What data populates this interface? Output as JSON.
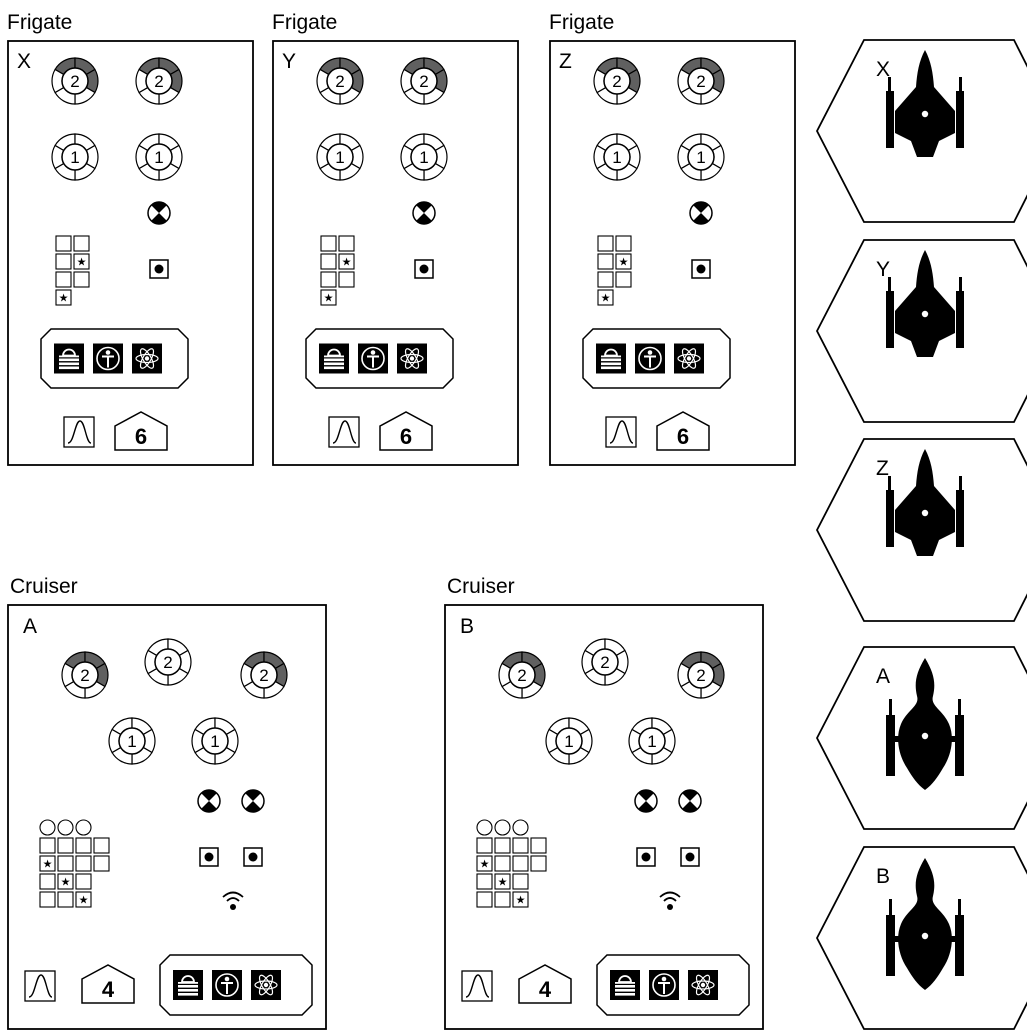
{
  "colors": {
    "ink": "#000000",
    "paper": "#ffffff",
    "armor": "#606060"
  },
  "ships": [
    {
      "type": "Frigate",
      "id": "X",
      "weapons_row1": [
        {
          "value": "2",
          "armored": true
        },
        {
          "value": "2",
          "armored": true
        }
      ],
      "weapons_row2": [
        {
          "value": "1"
        },
        {
          "value": "1"
        }
      ],
      "targeting_count": 1,
      "point_defense_count": 1,
      "sensor": false,
      "movement": "6",
      "crew_icons": [
        "officer-icon",
        "person-icon",
        "atom-icon"
      ]
    },
    {
      "type": "Frigate",
      "id": "Y",
      "weapons_row1": [
        {
          "value": "2",
          "armored": true
        },
        {
          "value": "2",
          "armored": true
        }
      ],
      "weapons_row2": [
        {
          "value": "1"
        },
        {
          "value": "1"
        }
      ],
      "targeting_count": 1,
      "point_defense_count": 1,
      "sensor": false,
      "movement": "6",
      "crew_icons": [
        "officer-icon",
        "person-icon",
        "atom-icon"
      ]
    },
    {
      "type": "Frigate",
      "id": "Z",
      "weapons_row1": [
        {
          "value": "2",
          "armored": true
        },
        {
          "value": "2",
          "armored": true
        }
      ],
      "weapons_row2": [
        {
          "value": "1"
        },
        {
          "value": "1"
        }
      ],
      "targeting_count": 1,
      "point_defense_count": 1,
      "sensor": false,
      "movement": "6",
      "crew_icons": [
        "officer-icon",
        "person-icon",
        "atom-icon"
      ]
    },
    {
      "type": "Cruiser",
      "id": "A",
      "weapons_row1": [
        {
          "value": "2",
          "armored": true
        },
        {
          "value": "2",
          "armored": false
        },
        {
          "value": "2",
          "armored": true
        }
      ],
      "weapons_row2": [
        {
          "value": "1"
        },
        {
          "value": "1"
        }
      ],
      "targeting_count": 2,
      "point_defense_count": 2,
      "sensor": true,
      "movement": "4",
      "crew_icons": [
        "officer-icon",
        "person-icon",
        "atom-icon"
      ]
    },
    {
      "type": "Cruiser",
      "id": "B",
      "weapons_row1": [
        {
          "value": "2",
          "armored": true
        },
        {
          "value": "2",
          "armored": false
        },
        {
          "value": "2",
          "armored": true
        }
      ],
      "weapons_row2": [
        {
          "value": "1"
        },
        {
          "value": "1"
        }
      ],
      "targeting_count": 2,
      "point_defense_count": 2,
      "sensor": true,
      "movement": "4",
      "crew_icons": [
        "officer-icon",
        "person-icon",
        "atom-icon"
      ]
    }
  ],
  "counters": [
    {
      "id": "X",
      "hull": "frigate"
    },
    {
      "id": "Y",
      "hull": "frigate"
    },
    {
      "id": "Z",
      "hull": "frigate"
    },
    {
      "id": "A",
      "hull": "cruiser"
    },
    {
      "id": "B",
      "hull": "cruiser"
    }
  ]
}
